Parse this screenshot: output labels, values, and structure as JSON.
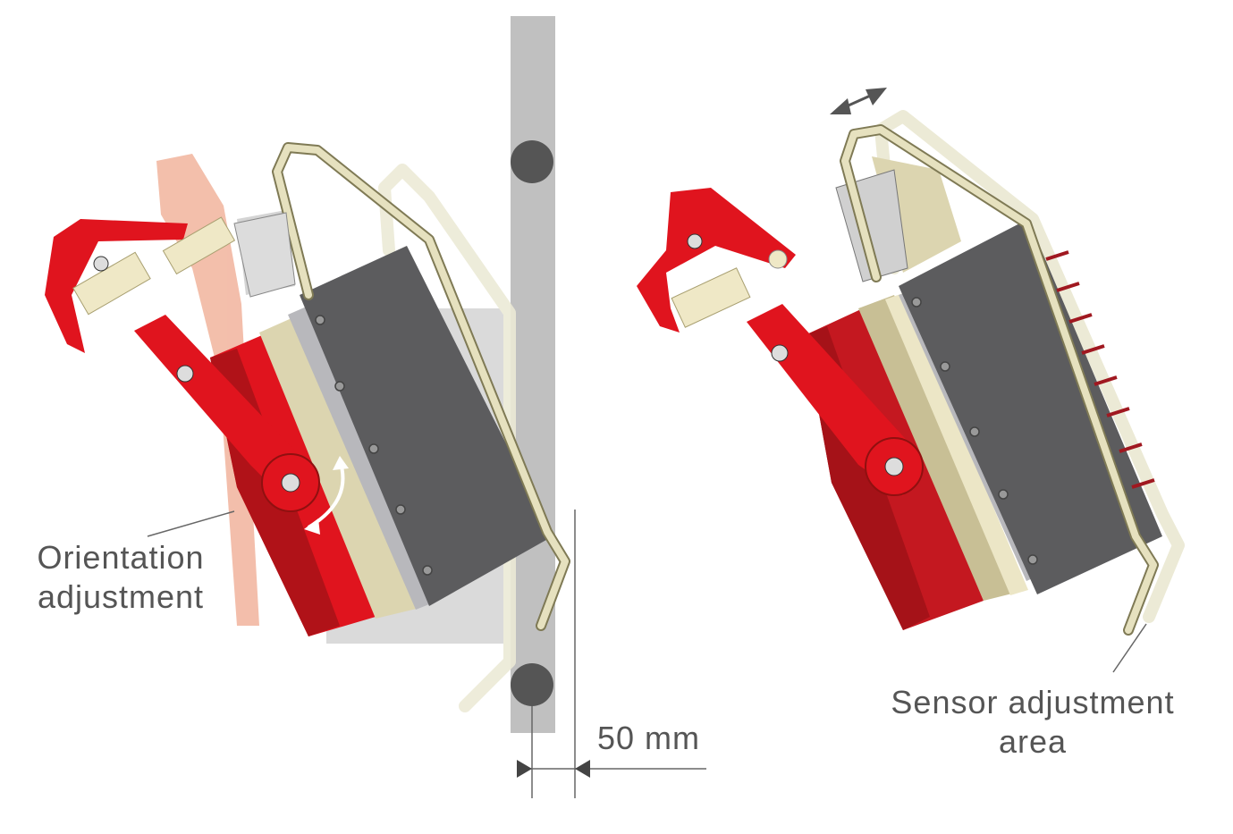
{
  "labels": {
    "orientation_line1": "Orientation",
    "orientation_line2": "adjustment",
    "dimension": "50 mm",
    "sensor_line1": "Sensor adjustment",
    "sensor_line2": "area"
  },
  "colors": {
    "red": "#e0141e",
    "dark_red": "#b01218",
    "dark_box": "#5c5c5e",
    "cream": "#dcd5b0",
    "rail": "#c0c0c0",
    "ghost_red": "#f2b8a2",
    "ghost_gray": "#d2d2d2",
    "text": "#555555"
  }
}
